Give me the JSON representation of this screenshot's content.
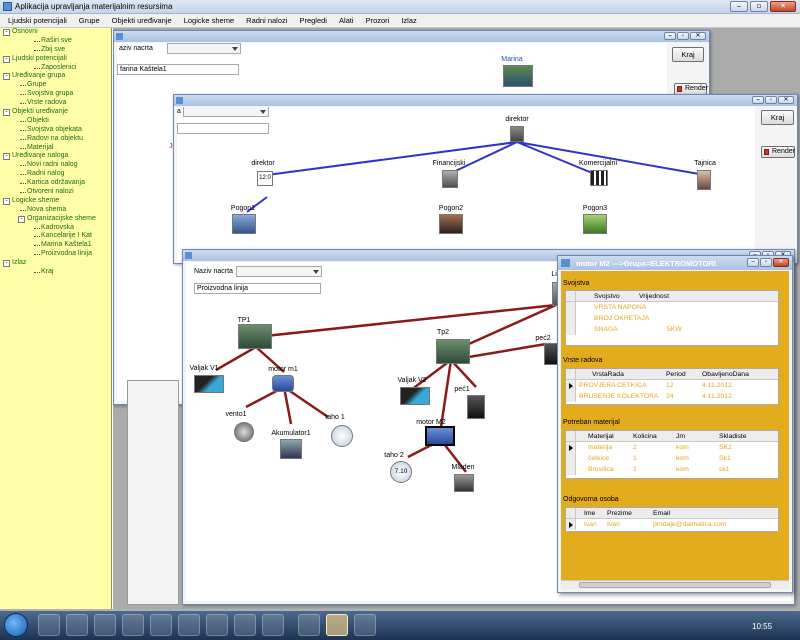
{
  "app": {
    "title": "Aplikacija upravljanja materijalnim resursima"
  },
  "menu": [
    "Ljudski potencijali",
    "Grupe",
    "Objekti uređivanje",
    "Logicke sheme",
    "Radni nalozi",
    "Pregledi",
    "Alati",
    "Prozori",
    "Izlaz"
  ],
  "tree": [
    {
      "label": "Osnovni",
      "level": 0,
      "expander": "-"
    },
    {
      "label": "Raširi sve",
      "level": 2
    },
    {
      "label": "Zbij sve",
      "level": 2
    },
    {
      "label": "Ljudski potencijali",
      "level": 0,
      "expander": "-"
    },
    {
      "label": "Zaposlenici",
      "level": 2
    },
    {
      "label": "Uređivanje grupa",
      "level": 0,
      "expander": "-"
    },
    {
      "label": "Grupe",
      "level": 1
    },
    {
      "label": "Svojstva grupa",
      "level": 1
    },
    {
      "label": "Vrste radova",
      "level": 1
    },
    {
      "label": "Objekti uređivanje",
      "level": 0,
      "expander": "-"
    },
    {
      "label": "Objekti",
      "level": 1
    },
    {
      "label": "Svojstva objekata",
      "level": 1
    },
    {
      "label": "Radovi na objektu",
      "level": 1
    },
    {
      "label": "Materijal",
      "level": 1
    },
    {
      "label": "Uređivanje naloga",
      "level": 0,
      "expander": "-"
    },
    {
      "label": "Novi radni nalog",
      "level": 1
    },
    {
      "label": "Radni nalog",
      "level": 1
    },
    {
      "label": "Kartica održavanja",
      "level": 1
    },
    {
      "label": "Otvoreni nalozi",
      "level": 1
    },
    {
      "label": "Logicke sheme",
      "level": 0,
      "expander": "-"
    },
    {
      "label": "Nova shema",
      "level": 1
    },
    {
      "label": "Organizacijske sheme",
      "level": 1,
      "expander": "-"
    },
    {
      "label": "Kadrovska",
      "level": 2
    },
    {
      "label": "Kancelarije I Kat",
      "level": 2
    },
    {
      "label": "Marina Kaštela1",
      "level": 2
    },
    {
      "label": "Proizvodna linija",
      "level": 2
    },
    {
      "label": "Izlaz",
      "level": 0,
      "expander": "-"
    },
    {
      "label": "Kraj",
      "level": 2
    }
  ],
  "win1": {
    "nacrt_label": "aziv nacrta",
    "name_value": "farina Kaštela1",
    "kraj": "Kraj",
    "render": "Render",
    "nodes": {
      "top": "Marina",
      "left": "Jed"
    }
  },
  "win2": {
    "nacrt_label": "a",
    "name_value": "",
    "kraj": "Kraj",
    "render": "Render",
    "nodes": {
      "director_top": "direktor",
      "director": "direktor",
      "financijski": "Financijski",
      "komercijalni": "Komercijalni",
      "tajnica": "Tajnica",
      "pogon1": "Pogon1",
      "pogon2": "Pogon2",
      "pogon3": "Pogon3",
      "clock_text": "12:0"
    }
  },
  "win3": {
    "nacrt_label": "Naziv nacrta",
    "name_value": "Proizvodna linija",
    "nodes": {
      "tp1": "TP1",
      "tp2": "Tp2",
      "valjak_v1": "Valjak V1",
      "motor_m1": "motor m1",
      "vento1": "vento1",
      "akumulator1": "Akumulator1",
      "taho1": "taho 1",
      "valjak_v2": "Valjak V2",
      "pec1": "peć1",
      "pec2": "peć2",
      "lin": "Lin",
      "motor_m2": "motor M2",
      "taho2": "taho 2",
      "mladen": "Mladen",
      "gauge_text": "7.10"
    }
  },
  "details": {
    "title": "motor M2 --->Grupa=ELEKTROMOTORI",
    "svojstva": {
      "title": "Svojstva",
      "columns": [
        "Svojstvo",
        "Vrijednost"
      ],
      "rows": [
        [
          "VRSTA NAPONA",
          ""
        ],
        [
          "BROJ OKRETAJA",
          ""
        ],
        [
          "SNAGA",
          "5KW"
        ]
      ]
    },
    "vrste": {
      "title": "Vrste radova",
      "columns": [
        "VrstaRada",
        "Period",
        "ObavljenoDana"
      ],
      "rows": [
        [
          "PROVJERA ČETKICA",
          "12",
          "4.11.2012."
        ],
        [
          "BRUŠENJE KOLEKTORA",
          "24",
          "4.11.2012."
        ]
      ]
    },
    "materijal": {
      "title": "Potreban materijal",
      "columns": [
        "Materijal",
        "Kolicina",
        "Jm",
        "Skladiste"
      ],
      "rows": [
        [
          "materija",
          "2",
          "kom",
          "SK2"
        ],
        [
          "četkice",
          "1",
          "kom",
          "Sk1"
        ],
        [
          "Brusilica",
          "1",
          "kom",
          "sk1"
        ]
      ]
    },
    "osoba": {
      "title": "Odgovorna osoba",
      "columns": [
        "Ime",
        "Prezime",
        "Email"
      ],
      "rows": [
        [
          "Ivan",
          "Ivan",
          "prodaje@dalmatica.com"
        ]
      ]
    }
  },
  "taskbar": {
    "time": "10:55"
  }
}
